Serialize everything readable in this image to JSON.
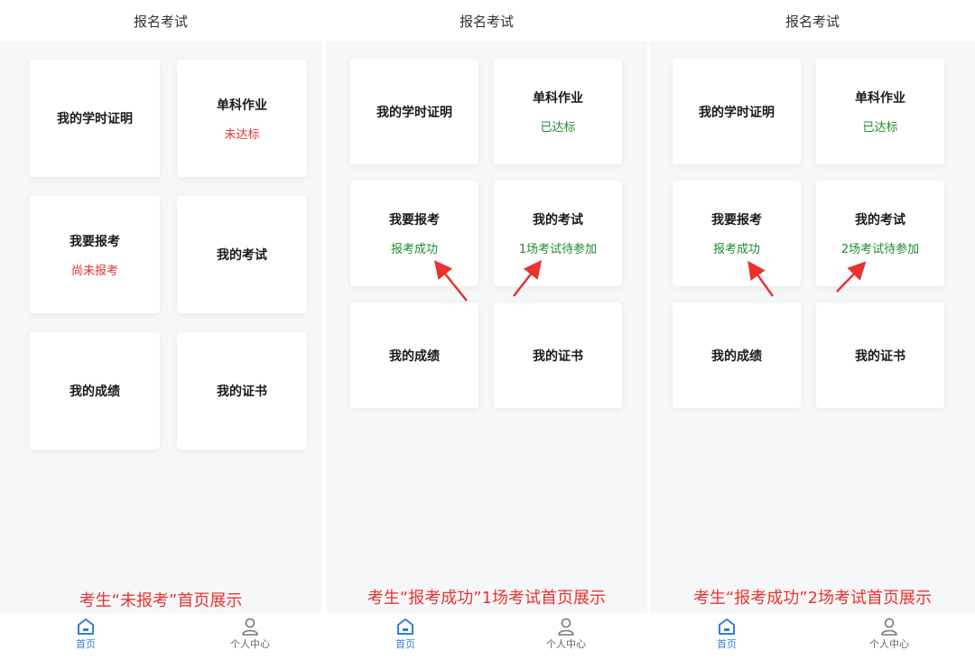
{
  "screens": [
    {
      "header_title": "报名考试",
      "cards": [
        {
          "title": "我的学时证明",
          "status": ""
        },
        {
          "title": "单科作业",
          "status": "未达标"
        },
        {
          "title": "我要报考",
          "status": "尚未报考"
        },
        {
          "title": "我的考试",
          "status": ""
        },
        {
          "title": "我的成绩",
          "status": ""
        },
        {
          "title": "我的证书",
          "status": ""
        }
      ],
      "caption": "考生“未报考”首页展示",
      "tabs": [
        {
          "label": "首页"
        },
        {
          "label": "个人中心"
        }
      ]
    },
    {
      "header_title": "报名考试",
      "cards": [
        {
          "title": "我的学时证明",
          "status": ""
        },
        {
          "title": "单科作业",
          "status": "已达标"
        },
        {
          "title": "我要报考",
          "status": "报考成功"
        },
        {
          "title": "我的考试",
          "status": "1场考试待参加"
        },
        {
          "title": "我的成绩",
          "status": ""
        },
        {
          "title": "我的证书",
          "status": ""
        }
      ],
      "caption": "考生“报考成功”1场考试首页展示",
      "tabs": [
        {
          "label": "首页"
        },
        {
          "label": "个人中心"
        }
      ]
    },
    {
      "header_title": "报名考试",
      "cards": [
        {
          "title": "我的学时证明",
          "status": ""
        },
        {
          "title": "单科作业",
          "status": "已达标"
        },
        {
          "title": "我要报考",
          "status": "报考成功"
        },
        {
          "title": "我的考试",
          "status": "2场考试待参加"
        },
        {
          "title": "我的成绩",
          "status": ""
        },
        {
          "title": "我的证书",
          "status": ""
        }
      ],
      "caption": "考生“报考成功”2场考试首页展示",
      "tabs": [
        {
          "label": "首页"
        },
        {
          "label": "个人中心"
        }
      ]
    }
  ],
  "colors": {
    "status_pending": "#e8332f",
    "status_ok": "#1f8a2f",
    "caption": "#e8332f",
    "tab_active": "#2f7de0",
    "arrow": "#e8332f"
  },
  "icons": {
    "home_tab": "home-icon",
    "profile_tab": "user-icon"
  }
}
